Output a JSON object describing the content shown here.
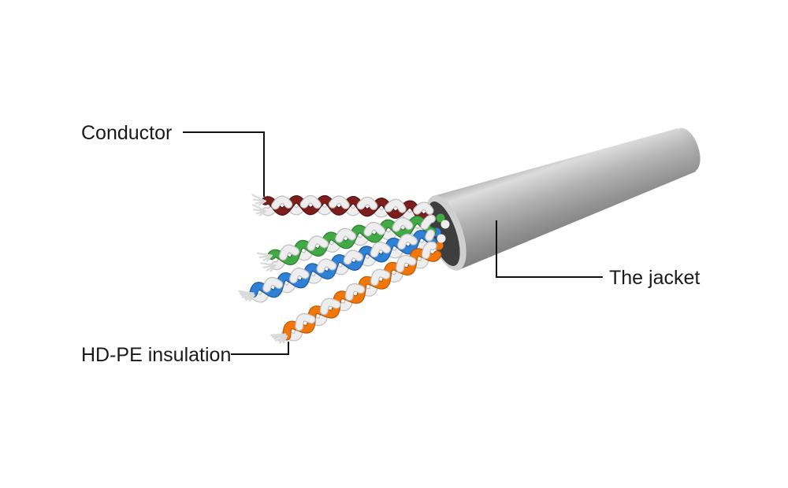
{
  "figure": {
    "type": "cutaway-diagram",
    "subject": "UTP cable construction"
  },
  "labels": {
    "conductor": "Conductor",
    "insulation": "HD-PE insulation",
    "jacket": "The jacket"
  },
  "colors": {
    "background": "#ffffff",
    "text": "#1a1a1a",
    "leader_line": "#111111",
    "jacket_edge": "#b5b5b5",
    "jacket_light": "#dcdcdc",
    "jacket_mid": "#b3b3b3",
    "jacket_dim": "#949494",
    "jacket_dark": "#7f7f7f",
    "jacket_rim": "#cfcfcf",
    "cut_face": "#3e3e3e",
    "wire_white": "#eeeeee",
    "wire_white_dark": "#bfbfbf",
    "wire_tip": "#d9d9d9",
    "pair_maroon": "#7c1e1e",
    "pair_maroon_dark": "#571111",
    "pair_green": "#41a945",
    "pair_green_dark": "#2c7c30",
    "pair_blue": "#2f81d6",
    "pair_blue_dark": "#1f5a9e",
    "pair_orange": "#f2770b",
    "pair_orange_dark": "#bf5703"
  },
  "pairs": [
    {
      "key": "maroon",
      "name": "maroon-white twisted pair"
    },
    {
      "key": "green",
      "name": "green-white twisted pair"
    },
    {
      "key": "blue",
      "name": "blue-white twisted pair"
    },
    {
      "key": "orange",
      "name": "orange-white twisted pair"
    }
  ]
}
